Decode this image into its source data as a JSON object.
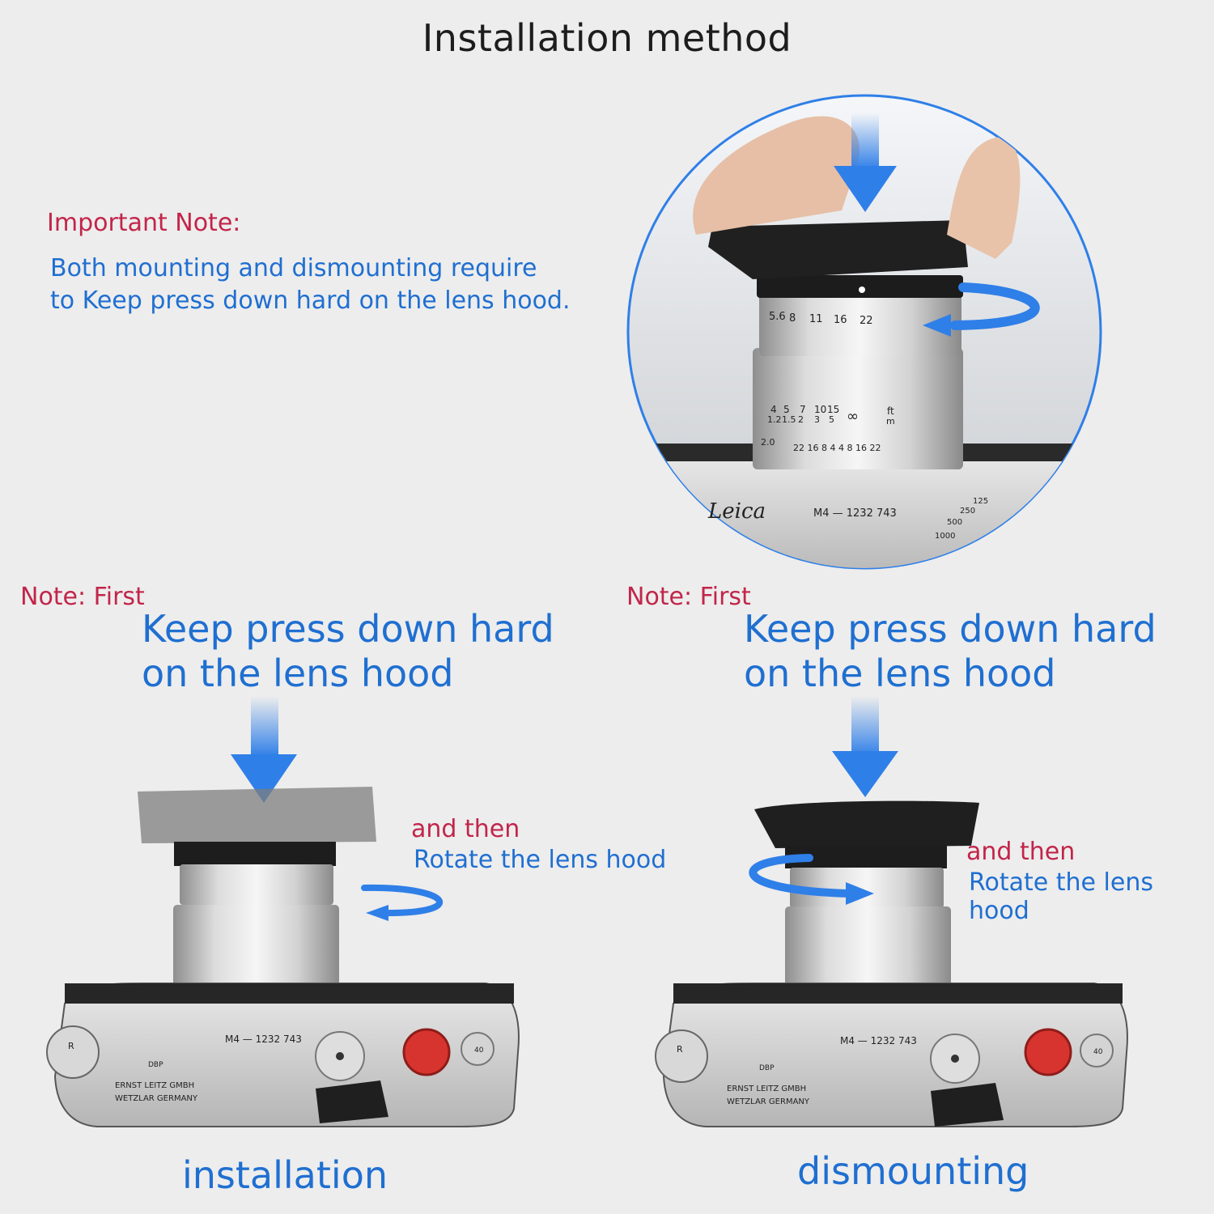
{
  "title": "Installation method",
  "important_note": {
    "label": "Important Note:",
    "line1": "Both mounting and dismounting require",
    "line2": "to Keep press down hard on the lens hood."
  },
  "top_illustration": {
    "lens_scale": [
      "5.6",
      "8",
      "11",
      "16",
      "22"
    ],
    "distance_ft": [
      "4",
      "5",
      "7",
      "10",
      "15",
      "∞",
      "ft"
    ],
    "distance_m": [
      "1.2",
      "1.5",
      "2",
      "3",
      "5",
      "m"
    ],
    "dof_scale": "22 16 8 4  4 8 16 22",
    "aperture_mark": "2.0",
    "body_brand": "Leica",
    "body_serial": "M4 — 1232 743",
    "shutter_values": [
      "1000",
      "500",
      "250",
      "125"
    ]
  },
  "left_panel": {
    "note_first": "Note: First",
    "big_line1": "Keep press down hard",
    "big_line2": "on the lens hood",
    "and_then": "and then",
    "rotate": "Rotate the lens hood",
    "caption": "installation",
    "body_serial": "M4 — 1232 743",
    "maker_line1": "ERNST LEITZ GMBH",
    "maker_line2": "WETZLAR  GERMANY",
    "dbp": "DBP",
    "rewind": "R",
    "counter": "40"
  },
  "right_panel": {
    "note_first": "Note: First",
    "big_line1": "Keep press down hard",
    "big_line2": "on the lens hood",
    "and_then": "and then",
    "rotate": "Rotate the lens hood",
    "caption": "dismounting",
    "body_serial": "M4 — 1232 743",
    "maker_line1": "ERNST LEITZ GMBH",
    "maker_line2": "WETZLAR  GERMANY",
    "dbp": "DBP",
    "rewind": "R",
    "counter": "40"
  },
  "colors": {
    "background": "#ededed",
    "accent_blue": "#1f6fd1",
    "note_red": "#c2254a",
    "arrow_blue": "#2f7fe8"
  }
}
